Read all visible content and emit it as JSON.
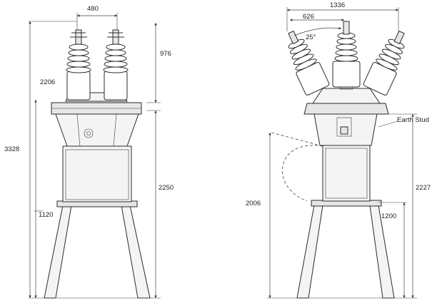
{
  "dimensions": {
    "left_view": {
      "top_bushing_spacing": "480",
      "bushing_height": "976",
      "bushing_top_to_frame": "2206",
      "overall_height": "3328",
      "frame_to_ground": "2250",
      "leg_height": "1120"
    },
    "right_view": {
      "overall_width": "1336",
      "half_width": "626",
      "bushing_angle": "25°",
      "earth_stud_label": "Earth Stud",
      "door_swing_height": "2006",
      "stud_to_ground": "2227",
      "leg_height": "1200"
    }
  }
}
